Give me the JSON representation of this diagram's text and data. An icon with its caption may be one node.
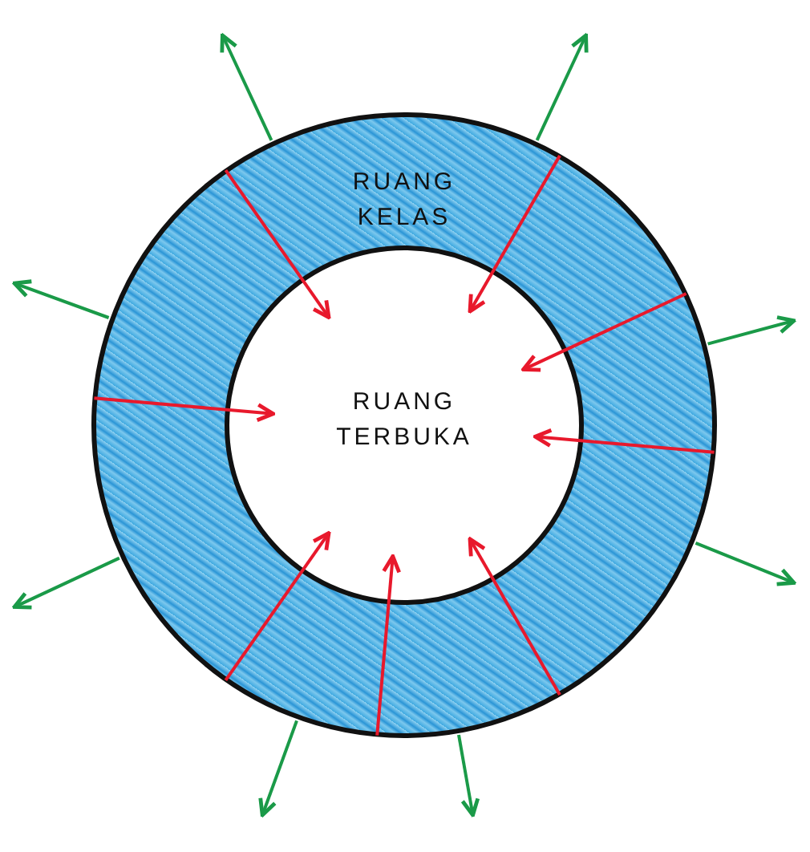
{
  "diagram": {
    "nodes": [
      {
        "text": [
          "RUANG KELAS"
        ]
      },
      {
        "text": [
          "RUANG TERBUKA"
        ],
        "in": 0
      }
    ],
    "edges": [
      {
        "from": 0,
        "to": 1,
        "arrow": "to",
        "color": "#e8192c"
      },
      {
        "from": 0,
        "to": 1,
        "arrow": "to",
        "color": "#e8192c"
      },
      {
        "from": 0,
        "to": 1,
        "arrow": "to",
        "color": "#e8192c"
      },
      {
        "from": 0,
        "to": 1,
        "arrow": "to",
        "color": "#e8192c"
      },
      {
        "from": 0,
        "to": 1,
        "arrow": "to",
        "color": "#e8192c"
      },
      {
        "from": 0,
        "to": 1,
        "arrow": "to",
        "color": "#e8192c"
      },
      {
        "from": 0,
        "to": 1,
        "arrow": "to",
        "color": "#e8192c"
      },
      {
        "from": 0,
        "to": 1,
        "arrow": "to",
        "color": "#e8192c"
      },
      {
        "from": 0,
        "to": null,
        "arrow": "to",
        "color": "#1a9a48"
      },
      {
        "from": 0,
        "to": null,
        "arrow": "to",
        "color": "#1a9a48"
      },
      {
        "from": 0,
        "to": null,
        "arrow": "to",
        "color": "#1a9a48"
      },
      {
        "from": 0,
        "to": null,
        "arrow": "to",
        "color": "#1a9a48"
      },
      {
        "from": 0,
        "to": null,
        "arrow": "to",
        "color": "#1a9a48"
      },
      {
        "from": 0,
        "to": null,
        "arrow": "to",
        "color": "#1a9a48"
      },
      {
        "from": 0,
        "to": null,
        "arrow": "to",
        "color": "#1a9a48"
      },
      {
        "from": 0,
        "to": null,
        "arrow": "to",
        "color": "#1a9a48"
      }
    ]
  }
}
